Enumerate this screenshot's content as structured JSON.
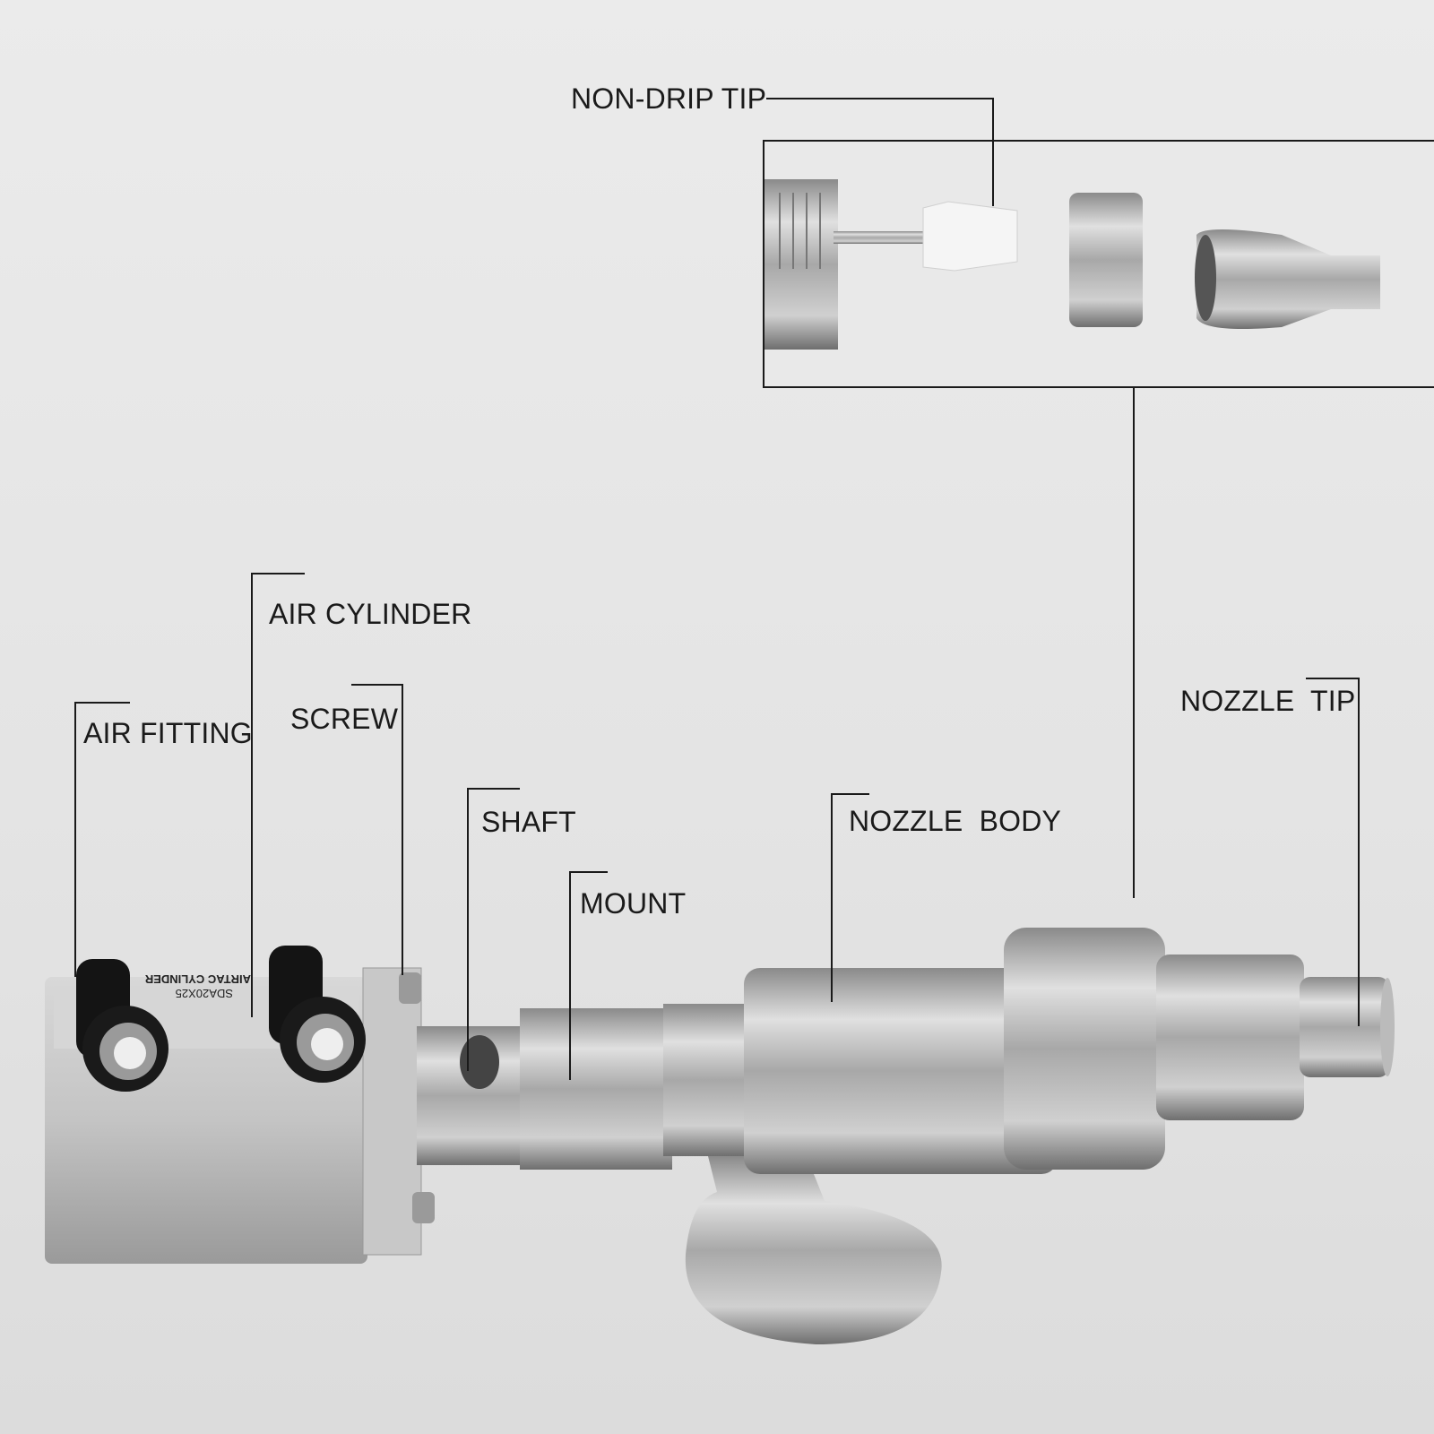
{
  "labels": {
    "non_drip_tip": "NON-DRIP TIP",
    "air_cylinder": "AIR CYLINDER",
    "air_fitting": "AIR FITTING",
    "screw": "SCREW",
    "shaft": "SHAFT",
    "mount": "MOUNT",
    "nozzle_body": "NOZZLE  BODY",
    "nozzle_tip": "NOZZLE  TIP"
  },
  "cylinder_markings": {
    "brand": "AIRTAC CYLINDER",
    "model": "SDA20X25"
  },
  "colors": {
    "background": "#e6e6e6",
    "leader_line": "#1a1a1a",
    "steel": "#b5b5b5",
    "fitting": "#141414",
    "non_drip_tip": "#f4f4f4"
  }
}
